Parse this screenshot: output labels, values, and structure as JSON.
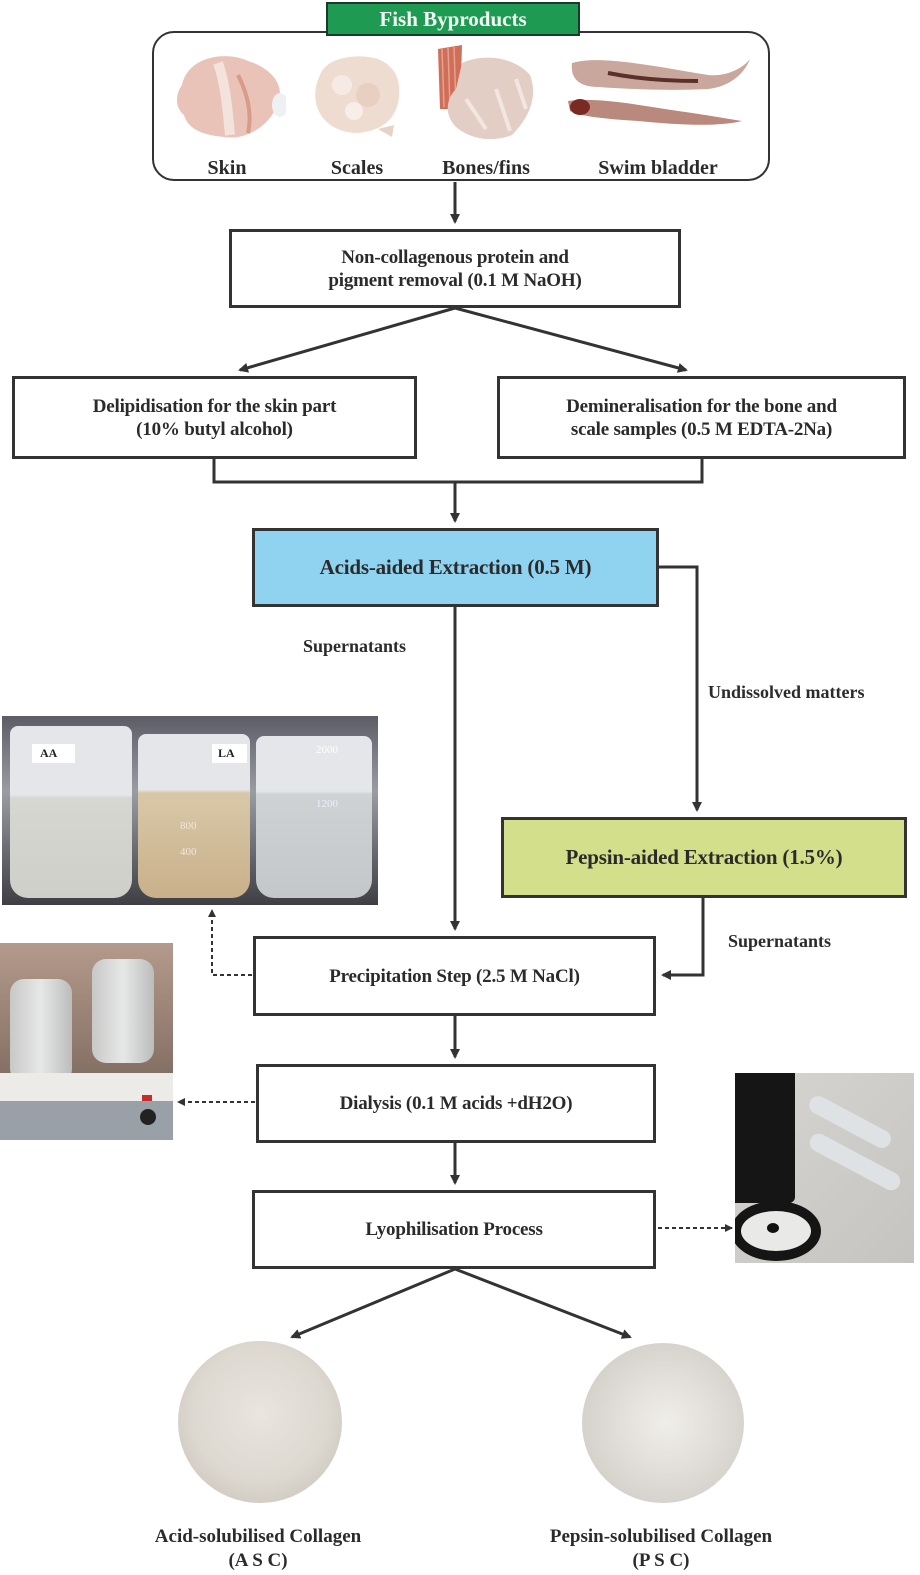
{
  "title": "Fish Byproducts",
  "colors": {
    "title_green": "#1e9a52",
    "acid_blue": "#8fd3f0",
    "pepsin_green": "#d4df8c",
    "line": "#333333"
  },
  "byproducts": [
    {
      "label": "Skin",
      "icon": "fish-skin-photo"
    },
    {
      "label": "Scales",
      "icon": "fish-scales-photo"
    },
    {
      "label": "Bones/fins",
      "icon": "fish-bones-fins-photo"
    },
    {
      "label": "Swim bladder",
      "icon": "swim-bladder-photo"
    }
  ],
  "steps": {
    "pretreatment": {
      "line1": "Non-collagenous protein and",
      "line2": "pigment removal (0.1 M NaOH)"
    },
    "delipidisation": {
      "line1": "Delipidisation for the skin part",
      "line2": "(10% butyl alcohol)"
    },
    "demineralisation": {
      "line1": "Demineralisation for the bone and",
      "line2": "scale samples (0.5 M EDTA-2Na)"
    },
    "acid_extraction": "Acids-aided Extraction (0.5 M)",
    "pepsin_extraction": "Pepsin-aided Extraction (1.5%)",
    "precipitation": "Precipitation Step (2.5 M NaCl)",
    "dialysis": "Dialysis (0.1 M acids +dH2O)",
    "lyophilisation": "Lyophilisation Process"
  },
  "edge_labels": {
    "supernatants_acid": "Supernatants",
    "undissolved": "Undissolved matters",
    "supernatants_pepsin": "Supernatants"
  },
  "photos": {
    "beakers": {
      "labels": [
        "AA",
        "LA",
        "2000",
        "1200",
        "800",
        "400"
      ]
    },
    "stirrer": "magnetic-stirrer-photo",
    "freeze_dryer": "freeze-dryer-photo"
  },
  "products": [
    {
      "name": "Acid-solubilised Collagen",
      "abbr": "(A S C)"
    },
    {
      "name": "Pepsin-solubilised Collagen",
      "abbr": "(P S C)"
    }
  ]
}
